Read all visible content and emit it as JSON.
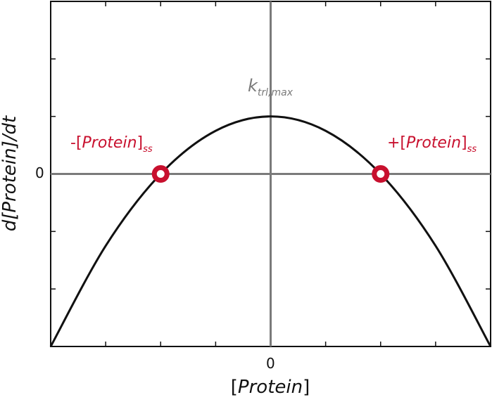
{
  "chart_data": {
    "type": "line",
    "xlabel_open": "[",
    "xlabel_var": "Protein",
    "xlabel_close": "]",
    "ylabel": "d[Protein]/dt",
    "x_tick_label": "0",
    "y_tick_label": "0",
    "xlim": [
      -2,
      2
    ],
    "ylim": [
      -3,
      3
    ],
    "curve": {
      "x": [
        -2,
        -1.5,
        -1,
        -0.5,
        0,
        0.5,
        1,
        1.5,
        2
      ],
      "y": [
        -3,
        -1.25,
        0,
        0.75,
        1,
        0.75,
        0,
        -1.25,
        -3
      ]
    },
    "curve_color": "#111111",
    "axis_line_color": "#7a7a7a",
    "steady_states": [
      {
        "x": -1,
        "y": 0
      },
      {
        "x": 1,
        "y": 0
      }
    ],
    "steady_state_color": "#c8102e",
    "annotations": {
      "kmax_main": "k",
      "kmax_sub": "trl,max",
      "neg_ss_prefix": "-[",
      "neg_ss_var": "Protein",
      "neg_ss_suffix": "]",
      "neg_ss_sub": "ss",
      "pos_ss_prefix": "+[",
      "pos_ss_var": "Protein",
      "pos_ss_suffix": "]",
      "pos_ss_sub": "ss"
    }
  }
}
